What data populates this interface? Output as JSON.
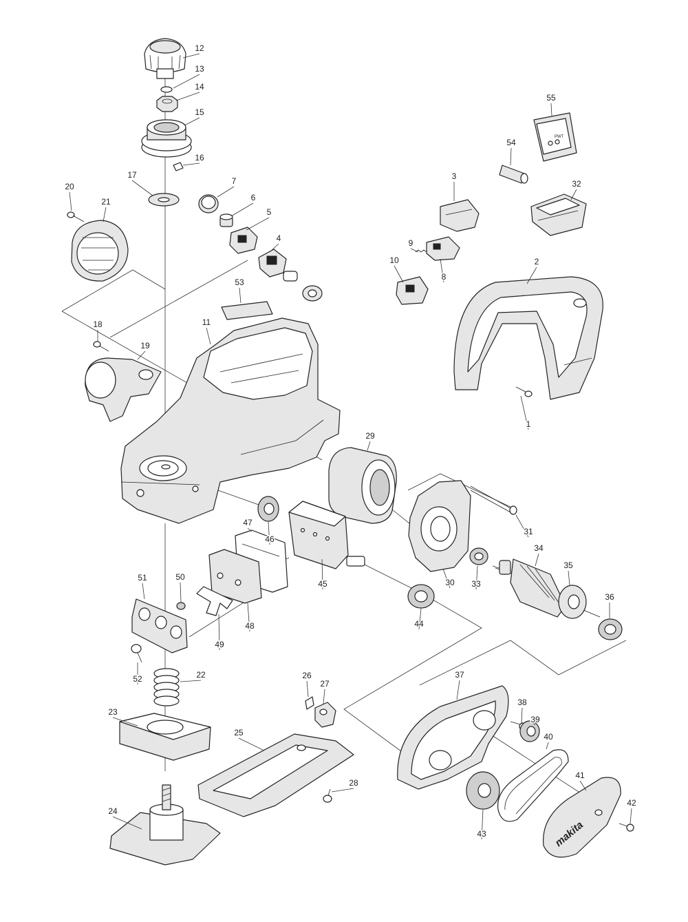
{
  "brand_text": "makita",
  "part_labels": [
    "1",
    "2",
    "3",
    "4",
    "5",
    "6",
    "7",
    "8",
    "9",
    "10",
    "11",
    "12",
    "13",
    "14",
    "15",
    "16",
    "17",
    "18",
    "19",
    "20",
    "21",
    "22",
    "23",
    "24",
    "25",
    "26",
    "27",
    "28",
    "29",
    "30",
    "31",
    "32",
    "33",
    "34",
    "35",
    "36",
    "37",
    "38",
    "39",
    "40",
    "41",
    "42",
    "43",
    "44",
    "45",
    "46",
    "47",
    "48",
    "49",
    "50",
    "51",
    "52",
    "53",
    "54",
    "55"
  ],
  "part_label_marks": [
    "PWT"
  ]
}
